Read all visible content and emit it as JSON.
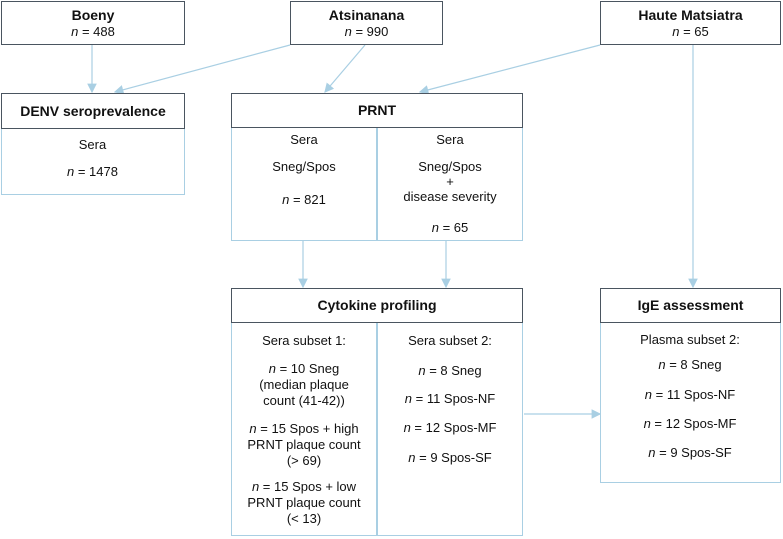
{
  "regions": {
    "boeny": {
      "name": "Boeny",
      "n_label": "n",
      "n_value": " = 488"
    },
    "atsinanana": {
      "name": "Atsinanana",
      "n_label": "n",
      "n_value": " = 990"
    },
    "haute": {
      "name": "Haute Matsiatra",
      "n_label": "n",
      "n_value": " = 65"
    }
  },
  "seroprevalence": {
    "title": "DENV seroprevalence",
    "sample": "Sera",
    "n_label": "n",
    "n_value": " = 1478"
  },
  "prnt": {
    "title": "PRNT",
    "left": {
      "sample": "Sera",
      "groups": "Sneg/Spos",
      "n_label": "n",
      "n_value": " = 821"
    },
    "right": {
      "sample": "Sera",
      "groups": "Sneg/Spos",
      "plus": "+",
      "extra": "disease severity",
      "n_label": "n",
      "n_value": " = 65"
    }
  },
  "cytokine": {
    "title": "Cytokine profiling",
    "subset1": {
      "label": "Sera subset 1:",
      "g1": {
        "n": "n",
        "line1": " = 10 Sneg",
        "line2": "(median plaque",
        "line3": "count (41-42))"
      },
      "g2": {
        "n": "n",
        "line1": " = 15 Spos + high",
        "line2": "PRNT plaque count",
        "line3": "(> 69)"
      },
      "g3": {
        "n": "n",
        "line1": " = 15 Spos + low",
        "line2": "PRNT plaque count",
        "line3": "(< 13)"
      }
    },
    "subset2": {
      "label": "Sera subset 2:",
      "items": [
        {
          "n": "n",
          "text": " = 8 Sneg"
        },
        {
          "n": "n",
          "text": " = 11 Spos-NF"
        },
        {
          "n": "n",
          "text": " = 12 Spos-MF"
        },
        {
          "n": "n",
          "text": " = 9 Spos-SF"
        }
      ]
    }
  },
  "ige": {
    "title": "IgE assessment",
    "label": "Plasma subset 2:",
    "items": [
      {
        "n": "n",
        "text": " = 8 Sneg"
      },
      {
        "n": "n",
        "text": " = 11 Spos-NF"
      },
      {
        "n": "n",
        "text": " = 12 Spos-MF"
      },
      {
        "n": "n",
        "text": " = 9 Spos-SF"
      }
    ]
  },
  "colors": {
    "header_border": "#4a5560",
    "body_border": "#a9cfe3",
    "connector": "#a9cfe3"
  }
}
